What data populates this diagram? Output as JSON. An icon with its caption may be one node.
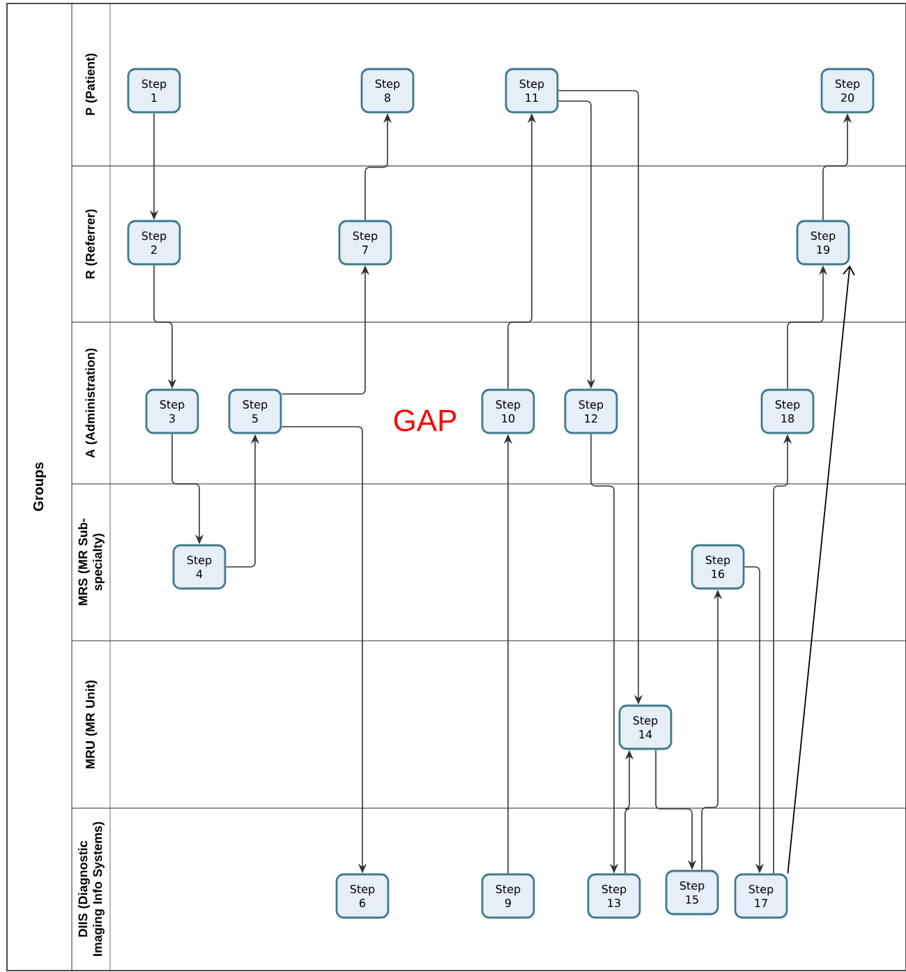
{
  "diagram": {
    "nodes": [
      {
        "text": [
          "Groups"
        ]
      },
      {
        "text": [
          "P (Patient)"
        ],
        "in": 0
      },
      {
        "text": [
          "R (Referrer)"
        ],
        "in": 0
      },
      {
        "text": [
          "A (Administration)"
        ],
        "in": 0
      },
      {
        "text": [
          "MRS (MR Sub-specialty)"
        ],
        "in": 0
      },
      {
        "text": [
          "MRU (MR Unit)"
        ],
        "in": 0
      },
      {
        "text": [
          "DIIS (Diagnostic Imaging Info Systems)"
        ],
        "in": 0
      },
      {
        "text": [
          "Step 1"
        ],
        "in": 1
      },
      {
        "text": [
          "Step 2"
        ],
        "in": 2
      },
      {
        "text": [
          "Step 3"
        ],
        "in": 3
      },
      {
        "text": [
          "Step 4"
        ],
        "in": 4
      },
      {
        "text": [
          "Step 5"
        ],
        "in": 3
      },
      {
        "text": [
          "Step 6"
        ],
        "in": 6
      },
      {
        "text": [
          "Step 7"
        ],
        "in": 2
      },
      {
        "text": [
          "Step 8"
        ],
        "in": 1
      },
      {
        "text": [
          "Step 9"
        ],
        "in": 6
      },
      {
        "text": [
          "Step 10"
        ],
        "in": 3
      },
      {
        "text": [
          "Step 11"
        ],
        "in": 1
      },
      {
        "text": [
          "Step 12"
        ],
        "in": 3
      },
      {
        "text": [
          "Step 13"
        ],
        "in": 6
      },
      {
        "text": [
          "Step 14"
        ],
        "in": 5
      },
      {
        "text": [
          "Step 15"
        ],
        "in": 6
      },
      {
        "text": [
          "Step 16"
        ],
        "in": 4
      },
      {
        "text": [
          "Step 17"
        ],
        "in": 6
      },
      {
        "text": [
          "Step 18"
        ],
        "in": 3
      },
      {
        "text": [
          "Step 19"
        ],
        "in": 2
      },
      {
        "text": [
          "Step 20"
        ],
        "in": 1
      }
    ],
    "edges": [
      {
        "from": 7,
        "to": 8,
        "arrow": "to"
      },
      {
        "from": 8,
        "to": 9,
        "arrow": "to"
      },
      {
        "from": 9,
        "to": 10,
        "arrow": "to"
      },
      {
        "from": 10,
        "to": 11,
        "arrow": "to"
      },
      {
        "from": 11,
        "to": 13,
        "arrow": "to"
      },
      {
        "from": 11,
        "to": 12,
        "arrow": "to"
      },
      {
        "from": 13,
        "to": 14,
        "arrow": "to"
      },
      {
        "from": 15,
        "to": 16,
        "arrow": "to"
      },
      {
        "from": 16,
        "to": 17,
        "arrow": "to"
      },
      {
        "from": 17,
        "to": 18,
        "arrow": "to"
      },
      {
        "from": 17,
        "to": 20,
        "arrow": "to"
      },
      {
        "from": 18,
        "to": 19,
        "arrow": "to"
      },
      {
        "from": 19,
        "to": 20,
        "arrow": "to"
      },
      {
        "from": 20,
        "to": 21,
        "arrow": "to"
      },
      {
        "from": 21,
        "to": 22,
        "arrow": "to"
      },
      {
        "from": 22,
        "to": 23,
        "arrow": "to"
      },
      {
        "from": 23,
        "to": 24,
        "arrow": "to"
      },
      {
        "from": 24,
        "to": 25,
        "arrow": "to"
      },
      {
        "from": 25,
        "to": 26,
        "arrow": "to"
      },
      {
        "from": 23,
        "to": 25,
        "arrow": "to",
        "color": "#000000"
      }
    ],
    "labels": [
      "GAP"
    ]
  }
}
